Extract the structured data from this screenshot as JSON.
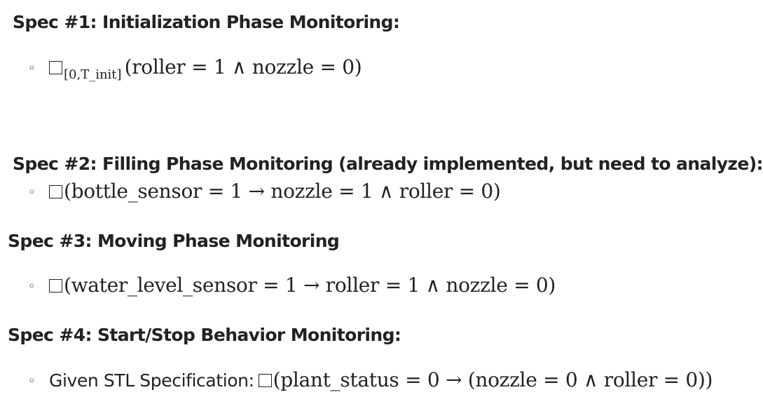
{
  "spec1": {
    "heading": "Spec #1: Initialization Phase Monitoring:",
    "operator_icon": "box-always-icon",
    "subscript": "[0,T_init]",
    "formula": "(roller = 1 ∧ nozzle = 0)"
  },
  "spec2": {
    "heading": "Spec #2: Filling Phase Monitoring (already implemented, but need to analyze):",
    "operator_icon": "box-always-icon",
    "formula": "(bottle_sensor = 1 → nozzle = 1 ∧ roller = 0)"
  },
  "spec3": {
    "heading": "Spec #3: Moving Phase Monitoring",
    "operator_icon": "box-always-icon",
    "formula": "(water_level_sensor = 1 → roller = 1 ∧ nozzle = 0)"
  },
  "spec4": {
    "heading": "Spec #4: Start/Stop Behavior Monitoring:",
    "label": "Given STL Specification:",
    "operator_icon": "box-always-icon",
    "formula": "(plant_status = 0 → (nozzle = 0 ∧ roller = 0))"
  },
  "bullet_symbol": "◦"
}
